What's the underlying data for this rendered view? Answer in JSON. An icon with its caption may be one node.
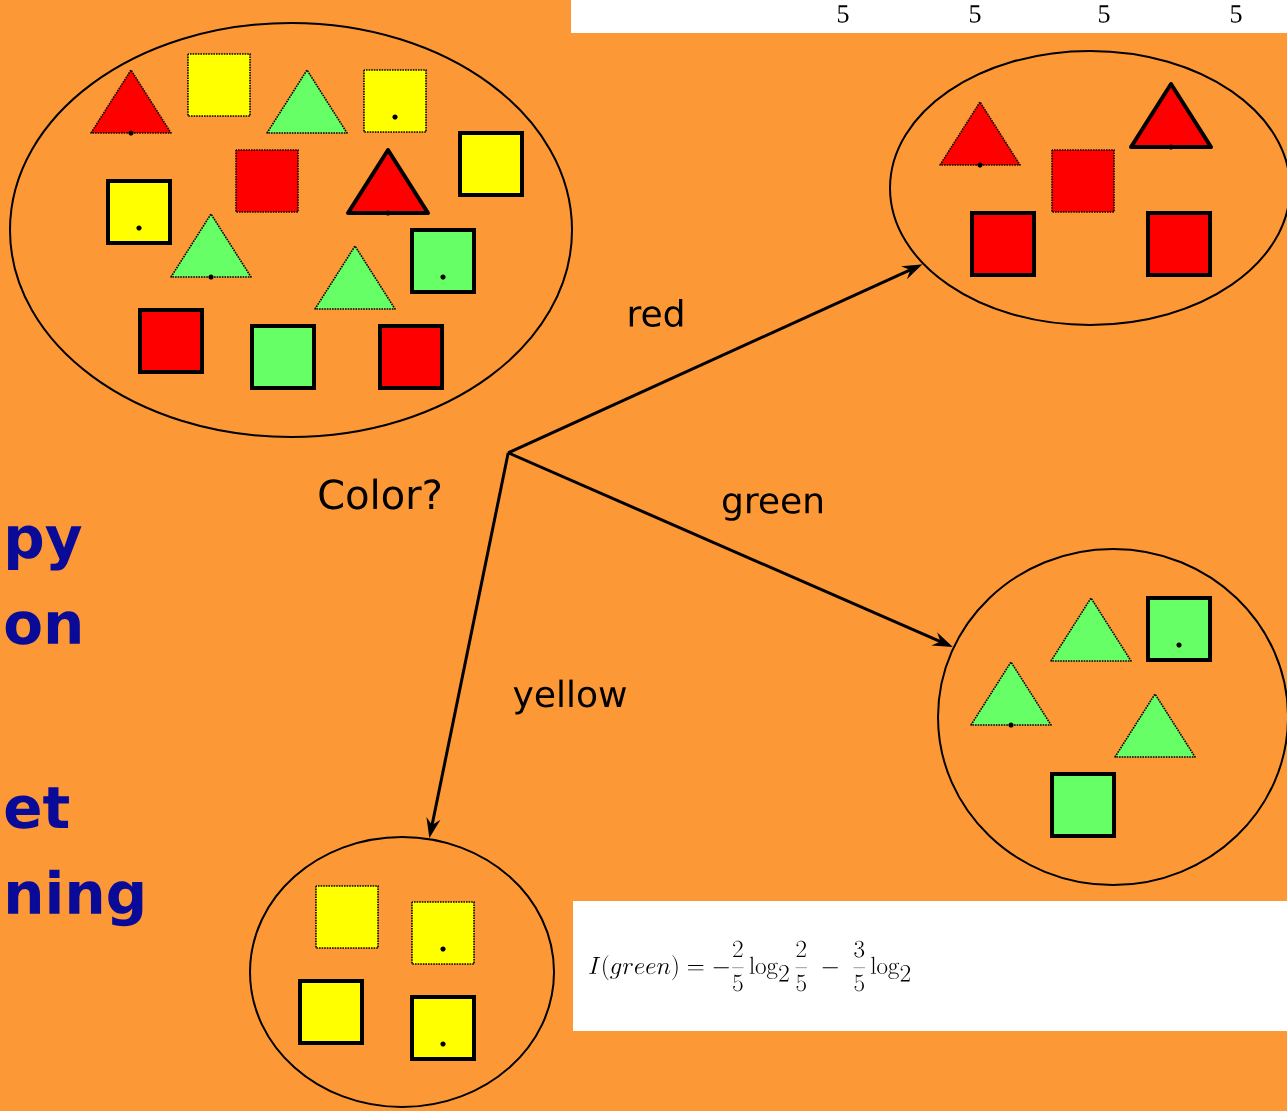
{
  "diagram": {
    "nodes": [
      {
        "text": [],
        "shape": "ellipse"
      },
      {
        "text": [
          "Color?"
        ]
      },
      {
        "text": [],
        "shape": "ellipse"
      },
      {
        "text": [],
        "shape": "ellipse"
      },
      {
        "text": [],
        "shape": "ellipse"
      }
    ],
    "edges": [
      {
        "from": 1,
        "to": 2,
        "arrow": "to",
        "label": "red"
      },
      {
        "from": 1,
        "to": 3,
        "arrow": "to",
        "label": "green"
      },
      {
        "from": 1,
        "to": 4,
        "arrow": "to",
        "label": "yellow"
      }
    ],
    "labels": [
      "5",
      "5",
      "5",
      "5",
      "py",
      "on",
      "et",
      "ning",
      "I(green) = -\\frac{2}{5}\\log_2\\frac{2}{5} \\;-\\; \\frac{3}{5}\\log_2"
    ]
  }
}
